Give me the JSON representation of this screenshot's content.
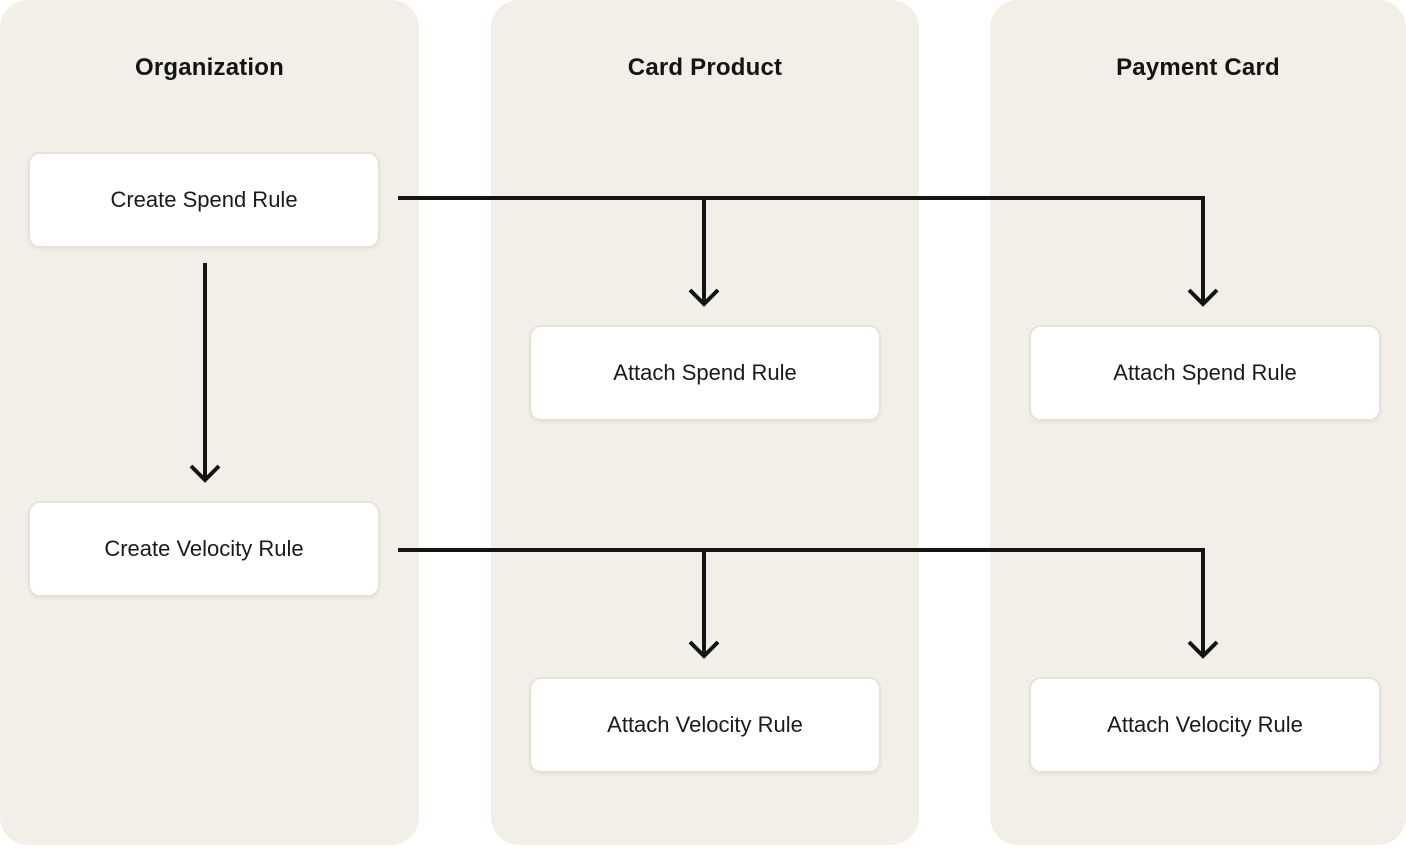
{
  "diagram": {
    "columns": [
      {
        "title": "Organization",
        "boxes": [
          "Create Spend Rule",
          "Create Velocity Rule"
        ]
      },
      {
        "title": "Card Product",
        "boxes": [
          "Attach Spend Rule",
          "Attach Velocity Rule"
        ]
      },
      {
        "title": "Payment Card",
        "boxes": [
          "Attach Spend Rule",
          "Attach Velocity Rule"
        ]
      }
    ],
    "flow": [
      {
        "from": "Create Spend Rule",
        "to": "Attach Spend Rule (Card Product)"
      },
      {
        "from": "Create Spend Rule",
        "to": "Attach Spend Rule (Payment Card)"
      },
      {
        "from": "Create Spend Rule",
        "to": "Create Velocity Rule"
      },
      {
        "from": "Create Velocity Rule",
        "to": "Attach Velocity Rule (Card Product)"
      },
      {
        "from": "Create Velocity Rule",
        "to": "Attach Velocity Rule (Payment Card)"
      }
    ],
    "colors": {
      "page_background": "#ffffff",
      "column_background": "#f2efe8",
      "box_background": "#ffffff",
      "box_border": "#e6e2d8",
      "arrow": "#141414",
      "text": "#1a1a1a"
    }
  }
}
